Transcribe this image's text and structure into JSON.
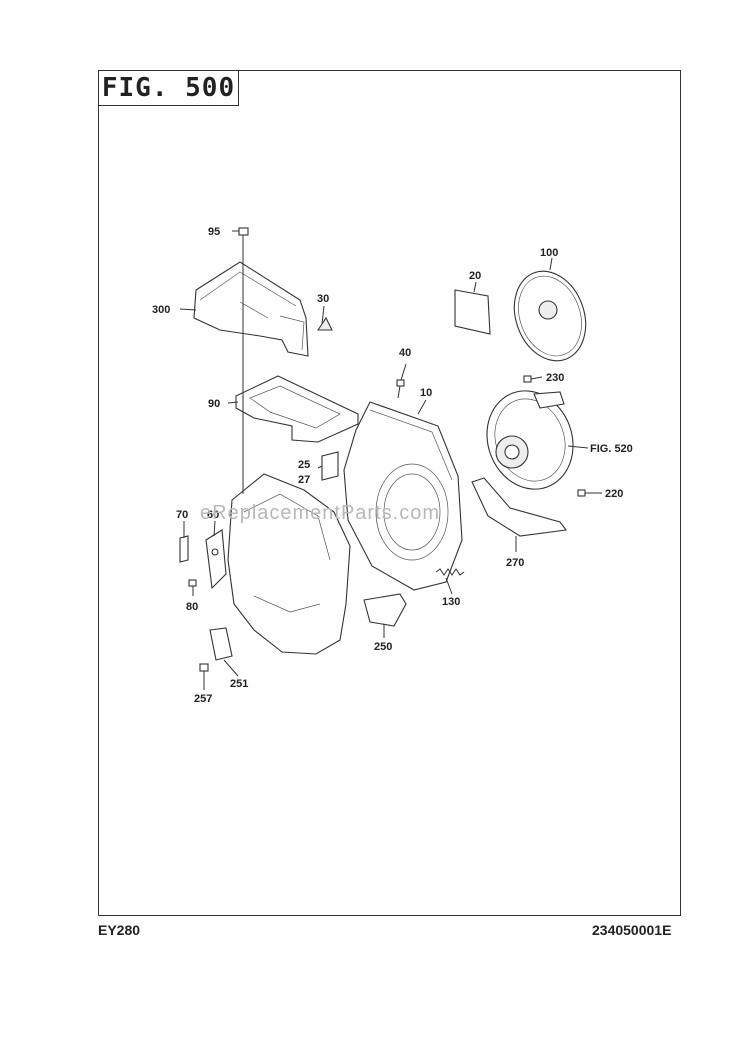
{
  "figure": {
    "title": "FIG. 500"
  },
  "footer": {
    "model": "EY280",
    "document_number": "234050001E"
  },
  "watermark": "eReplacementParts.com",
  "callouts": {
    "c95": "95",
    "c300": "300",
    "c30": "30",
    "c20": "20",
    "c100": "100",
    "c40": "40",
    "c10": "10",
    "c230": "230",
    "c90": "90",
    "cfig520": "FIG. 520",
    "c25": "25",
    "c27": "27",
    "c220": "220",
    "c70": "70",
    "c60": "60",
    "c270": "270",
    "c80": "80",
    "c130": "130",
    "c250": "250",
    "c251": "251",
    "c257": "257"
  }
}
